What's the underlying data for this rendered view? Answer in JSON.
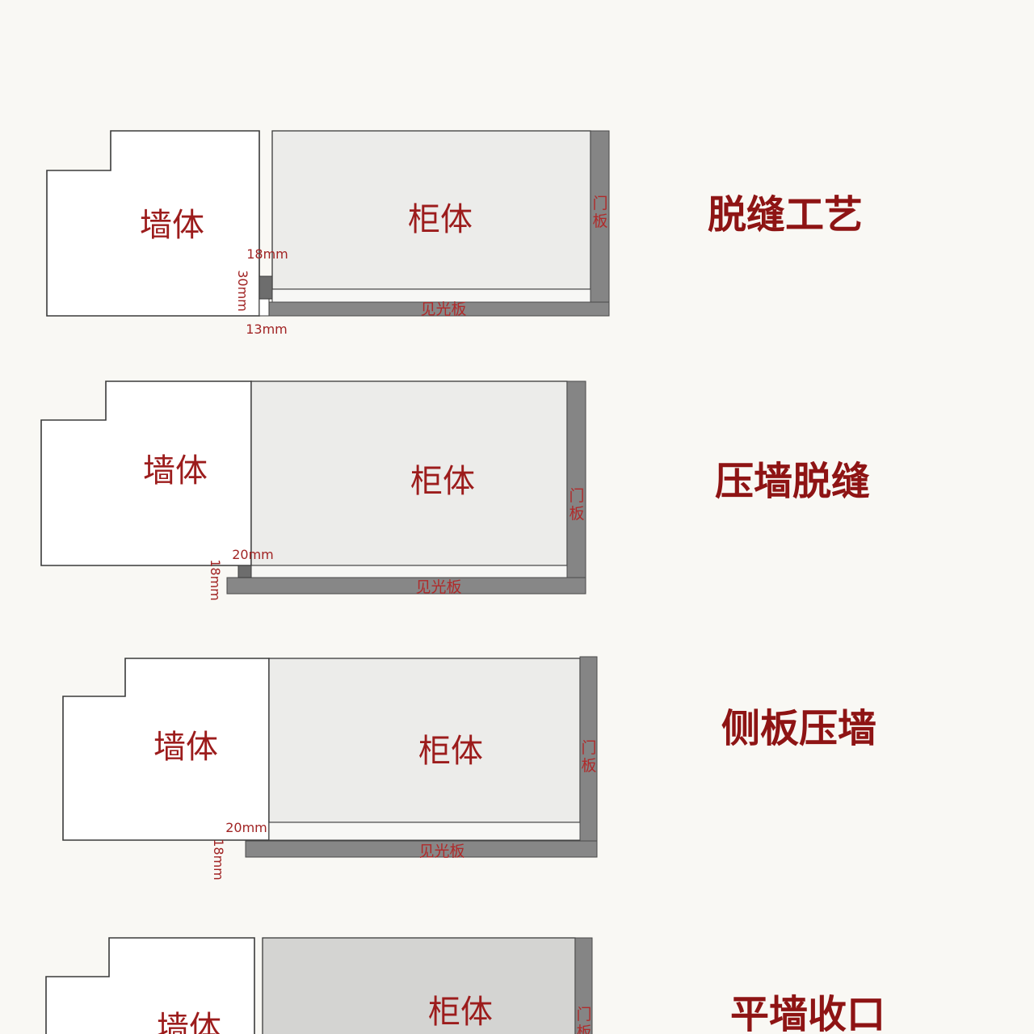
{
  "labels": {
    "wall": "墙体",
    "cabinet": "柜体",
    "door_char1": "门",
    "door_char2": "板",
    "visible_panel": "见光板"
  },
  "sections": [
    {
      "title": "脱缝工艺",
      "dims": [
        "18mm",
        "30mm",
        "13mm"
      ]
    },
    {
      "title": "压墙脱缝",
      "dims": [
        "20mm",
        "18mm"
      ]
    },
    {
      "title": "侧板压墙",
      "dims": [
        "20mm",
        "18mm"
      ]
    },
    {
      "title": "平墙收口",
      "dims": []
    }
  ],
  "colors": {
    "label_red": "#9c1c1c",
    "title_red": "#8e1414",
    "panel_gray": "#878787",
    "background": "#f9f8f4"
  }
}
